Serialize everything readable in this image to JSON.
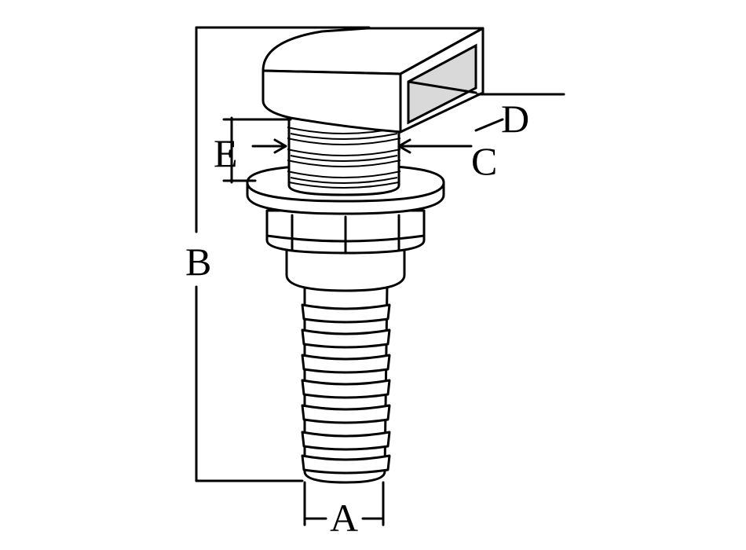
{
  "labels": {
    "A": "A",
    "B": "B",
    "C": "C",
    "D": "D",
    "E": "E"
  }
}
